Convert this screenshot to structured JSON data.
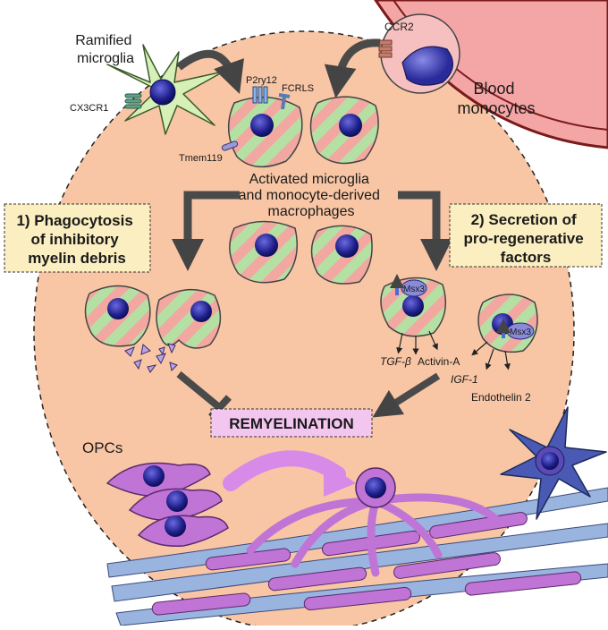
{
  "cells": {
    "ramified_microglia": "Ramified\nmicroglia",
    "blood_monocytes": "Blood\nmonocytes",
    "activated": "Activated microglia\nand monocyte-derived\nmacrophages",
    "opcs": "OPCs"
  },
  "receptors": {
    "cx3cr1": "CX3CR1",
    "ccr2": "CCR2",
    "p2ry12": "P2ry12",
    "fcrls": "FCRLS",
    "tmem119": "Tmem119"
  },
  "boxes": {
    "phagocytosis": "1) Phagocytosis\nof inhibitory\nmyelin debris",
    "secretion": "2) Secretion of\npro-regenerative\nfactors",
    "remyelination": "REMYELINATION"
  },
  "markers": {
    "msx3_a": "Msx3",
    "msx3_b": "Msx3"
  },
  "factors": {
    "tgf": "TGF-β",
    "activin": "Activin-A",
    "igf": "IGF-1",
    "endothelin": "Endothelin 2"
  },
  "colors": {
    "background_oval": "#f8c6a5",
    "stripe_green": "#b4e0a4",
    "stripe_pink": "#f2a8a0",
    "nucleus": "#2a2a9a",
    "box_fill": "#fbeec0",
    "remyelination_fill": "#f3c6f0",
    "oligodendrocyte": "#c074d6",
    "monocyte_band": "#f4a6a6",
    "arrow": "#4a4a4a"
  }
}
